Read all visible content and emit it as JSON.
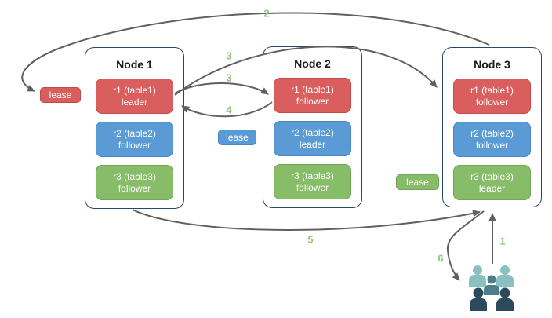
{
  "nodes": [
    {
      "title": "Node 1",
      "replicas": [
        {
          "name": "r1 (table1)",
          "role": "leader",
          "color": "red"
        },
        {
          "name": "r2 (table2)",
          "role": "follower",
          "color": "blue"
        },
        {
          "name": "r3 (table3)",
          "role": "follower",
          "color": "green"
        }
      ]
    },
    {
      "title": "Node 2",
      "replicas": [
        {
          "name": "r1 (table1)",
          "role": "follower",
          "color": "red"
        },
        {
          "name": "r2 (table2)",
          "role": "leader",
          "color": "blue"
        },
        {
          "name": "r3 (table3)",
          "role": "follower",
          "color": "green"
        }
      ]
    },
    {
      "title": "Node 3",
      "replicas": [
        {
          "name": "r1 (table1)",
          "role": "follower",
          "color": "red"
        },
        {
          "name": "r2 (table2)",
          "role": "follower",
          "color": "blue"
        },
        {
          "name": "r3 (table3)",
          "role": "leader",
          "color": "green"
        }
      ]
    }
  ],
  "leases": [
    {
      "label": "lease",
      "color": "red"
    },
    {
      "label": "lease",
      "color": "blue"
    },
    {
      "label": "lease",
      "color": "green"
    }
  ],
  "steps": [
    {
      "label": "2"
    },
    {
      "label": "3"
    },
    {
      "label": "3"
    },
    {
      "label": "4"
    },
    {
      "label": "5"
    },
    {
      "label": "1"
    },
    {
      "label": "6"
    }
  ],
  "icons": {
    "users": "users-group-icon"
  },
  "colors": {
    "replica_red": "#DB5E5E",
    "replica_red_border": "#C14B47",
    "replica_blue": "#5B9BD5",
    "replica_blue_border": "#4A86C5",
    "replica_green": "#87BC69",
    "replica_green_border": "#73A556",
    "node_border": "#274763",
    "arrow_gray": "#606060",
    "step_green": "#93C47D",
    "users_light_teal": "#8AC0C0",
    "users_mid_teal": "#4E7D8C",
    "users_dark_slate": "#2D4A5C"
  }
}
